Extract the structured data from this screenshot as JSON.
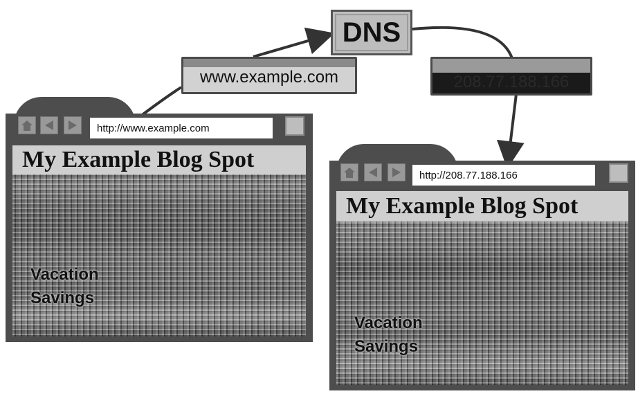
{
  "dns": {
    "label": "DNS"
  },
  "domain_label": "www.example.com",
  "ip_label": "208.77.188.166",
  "browser_left": {
    "url": "http://www.example.com",
    "title": "My Example Blog Spot",
    "links": [
      "Vacation",
      "Savings"
    ]
  },
  "browser_right": {
    "url": "http://208.77.188.166",
    "title": "My Example Blog Spot",
    "links": [
      "Vacation",
      "Savings"
    ]
  },
  "icons": [
    "home-icon",
    "back-arrow-icon",
    "forward-arrow-icon"
  ]
}
